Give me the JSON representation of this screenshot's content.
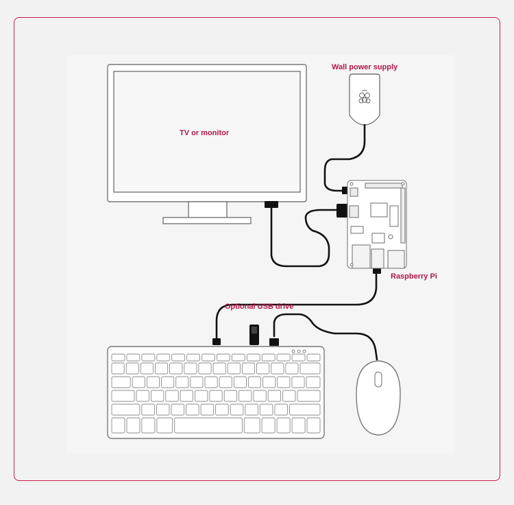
{
  "accent_color": "#b0164a",
  "labels": {
    "monitor": "TV or monitor",
    "power": "Wall power supply",
    "pi": "Raspberry Pi",
    "usb": "Optional USB drive"
  },
  "icons": [
    "monitor-icon",
    "power-supply-icon",
    "raspberry-logo-icon",
    "raspberry-pi-board-icon",
    "keyboard-icon",
    "mouse-icon",
    "usb-drive-icon"
  ]
}
